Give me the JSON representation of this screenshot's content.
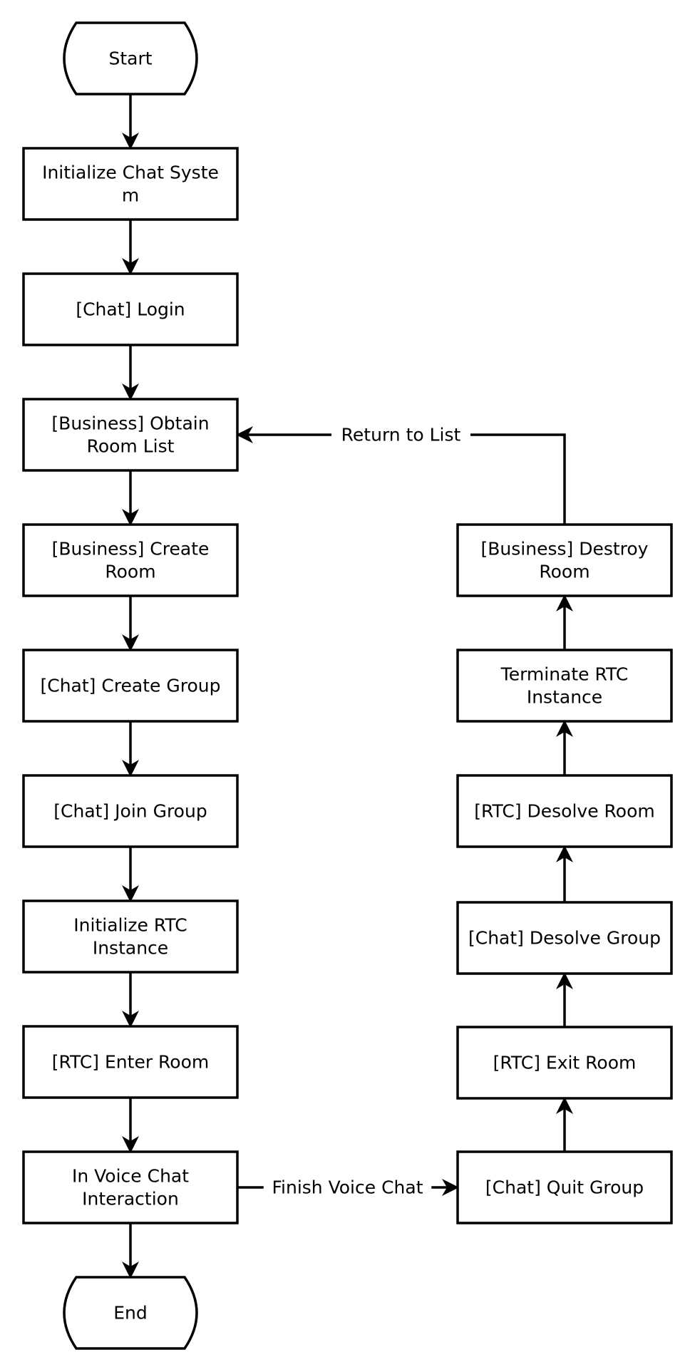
{
  "nodes": {
    "start": {
      "type": "terminal",
      "lines": [
        "Start"
      ]
    },
    "init_chat": {
      "type": "process",
      "lines": [
        "Initialize Chat Syste",
        "m"
      ]
    },
    "chat_login": {
      "type": "process",
      "lines": [
        "[Chat] Login"
      ]
    },
    "obtain_room_list": {
      "type": "process",
      "lines": [
        "[Business] Obtain",
        "Room List"
      ]
    },
    "create_room": {
      "type": "process",
      "lines": [
        "[Business] Create",
        "Room"
      ]
    },
    "create_group": {
      "type": "process",
      "lines": [
        "[Chat] Create Group"
      ]
    },
    "join_group": {
      "type": "process",
      "lines": [
        "[Chat] Join Group"
      ]
    },
    "init_rtc": {
      "type": "process",
      "lines": [
        "Initialize RTC",
        "Instance"
      ]
    },
    "enter_room": {
      "type": "process",
      "lines": [
        "[RTC] Enter Room"
      ]
    },
    "voice_chat": {
      "type": "process",
      "lines": [
        "In Voice Chat",
        "Interaction"
      ]
    },
    "end": {
      "type": "terminal",
      "lines": [
        "End"
      ]
    },
    "quit_group": {
      "type": "process",
      "lines": [
        "[Chat] Quit Group"
      ]
    },
    "exit_room": {
      "type": "process",
      "lines": [
        "[RTC] Exit Room"
      ]
    },
    "desolve_group": {
      "type": "process",
      "lines": [
        "[Chat] Desolve Group"
      ]
    },
    "desolve_room": {
      "type": "process",
      "lines": [
        "[RTC] Desolve Room"
      ]
    },
    "terminate_rtc": {
      "type": "process",
      "lines": [
        "Terminate  RTC",
        "Instance"
      ]
    },
    "destroy_room": {
      "type": "process",
      "lines": [
        "[Business] Destroy",
        "Room"
      ]
    }
  },
  "edges": [
    {
      "from": "start",
      "to": "init_chat",
      "label": ""
    },
    {
      "from": "init_chat",
      "to": "chat_login",
      "label": ""
    },
    {
      "from": "chat_login",
      "to": "obtain_room_list",
      "label": ""
    },
    {
      "from": "obtain_room_list",
      "to": "create_room",
      "label": ""
    },
    {
      "from": "create_room",
      "to": "create_group",
      "label": ""
    },
    {
      "from": "create_group",
      "to": "join_group",
      "label": ""
    },
    {
      "from": "join_group",
      "to": "init_rtc",
      "label": ""
    },
    {
      "from": "init_rtc",
      "to": "enter_room",
      "label": ""
    },
    {
      "from": "enter_room",
      "to": "voice_chat",
      "label": ""
    },
    {
      "from": "voice_chat",
      "to": "end",
      "label": ""
    },
    {
      "from": "voice_chat",
      "to": "quit_group",
      "label": "Finish Voice Chat"
    },
    {
      "from": "quit_group",
      "to": "exit_room",
      "label": ""
    },
    {
      "from": "exit_room",
      "to": "desolve_group",
      "label": ""
    },
    {
      "from": "desolve_group",
      "to": "desolve_room",
      "label": ""
    },
    {
      "from": "desolve_room",
      "to": "terminate_rtc",
      "label": ""
    },
    {
      "from": "terminate_rtc",
      "to": "destroy_room",
      "label": ""
    },
    {
      "from": "destroy_room",
      "to": "obtain_room_list",
      "label": "Return to List"
    }
  ]
}
